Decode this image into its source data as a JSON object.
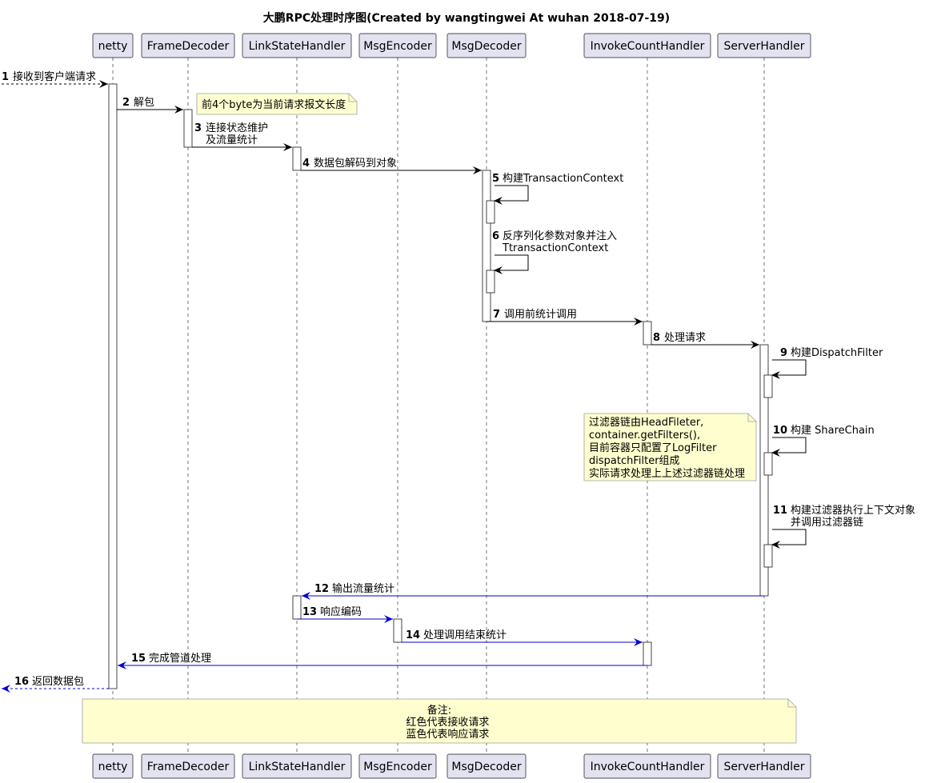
{
  "title": "大鹏RPC处理时序图(Created by wangtingwei At wuhan 2018-07-19)",
  "participants": [
    {
      "id": "netty",
      "label": "netty"
    },
    {
      "id": "framedecoder",
      "label": "FrameDecoder"
    },
    {
      "id": "linkstatehandler",
      "label": "LinkStateHandler"
    },
    {
      "id": "msgencoder",
      "label": "MsgEncoder"
    },
    {
      "id": "msgdecoder",
      "label": "MsgDecoder"
    },
    {
      "id": "invokecounthandler",
      "label": "InvokeCountHandler"
    },
    {
      "id": "serverhandler",
      "label": "ServerHandler"
    }
  ],
  "messages": [
    {
      "num": "1",
      "lines": [
        "接收到客户端请求"
      ],
      "from": "external",
      "to": "netty",
      "color": "#000000",
      "dashed": true
    },
    {
      "num": "2",
      "lines": [
        "解包"
      ],
      "from": "netty",
      "to": "framedecoder",
      "color": "#000000"
    },
    {
      "num": "3",
      "lines": [
        "连接状态维护",
        "及流量统计"
      ],
      "from": "framedecoder",
      "to": "linkstatehandler",
      "color": "#000000"
    },
    {
      "num": "4",
      "lines": [
        "数据包解码到对象"
      ],
      "from": "linkstatehandler",
      "to": "msgdecoder",
      "color": "#000000"
    },
    {
      "num": "5",
      "lines": [
        "构建TransactionContext"
      ],
      "from": "msgdecoder",
      "to": "msgdecoder",
      "color": "#000000"
    },
    {
      "num": "6",
      "lines": [
        "反序列化参数对象并注入",
        "TtransactionContext"
      ],
      "from": "msgdecoder",
      "to": "msgdecoder",
      "color": "#000000"
    },
    {
      "num": "7",
      "lines": [
        "调用前统计调用"
      ],
      "from": "msgdecoder",
      "to": "invokecounthandler",
      "color": "#000000"
    },
    {
      "num": "8",
      "lines": [
        "处理请求"
      ],
      "from": "invokecounthandler",
      "to": "serverhandler",
      "color": "#000000"
    },
    {
      "num": "9",
      "lines": [
        "构建DispatchFilter"
      ],
      "from": "serverhandler",
      "to": "serverhandler",
      "color": "#000000"
    },
    {
      "num": "10",
      "lines": [
        "构建 ShareChain"
      ],
      "from": "serverhandler",
      "to": "serverhandler",
      "color": "#000000"
    },
    {
      "num": "11",
      "lines": [
        "构建过滤器执行上下文对象",
        "并调用过滤器链"
      ],
      "from": "serverhandler",
      "to": "serverhandler",
      "color": "#000000"
    },
    {
      "num": "12",
      "lines": [
        "输出流量统计"
      ],
      "from": "serverhandler",
      "to": "linkstatehandler",
      "color": "#0000cc"
    },
    {
      "num": "13",
      "lines": [
        "响应编码"
      ],
      "from": "linkstatehandler",
      "to": "msgencoder",
      "color": "#0000cc"
    },
    {
      "num": "14",
      "lines": [
        "处理调用结束统计"
      ],
      "from": "msgencoder",
      "to": "invokecounthandler",
      "color": "#0000cc"
    },
    {
      "num": "15",
      "lines": [
        "完成管道处理"
      ],
      "from": "invokecounthandler",
      "to": "netty",
      "color": "#0000cc"
    },
    {
      "num": "16",
      "lines": [
        "返回数据包"
      ],
      "from": "netty",
      "to": "external",
      "color": "#0000cc",
      "dashed": true
    }
  ],
  "notes": [
    {
      "id": "note-frame",
      "lines": [
        "前4个byte为当前请求报文长度"
      ],
      "align": "left"
    },
    {
      "id": "note-filter",
      "lines": [
        "过滤器链由HeadFileter,",
        "container.getFilters(),",
        "目前容器只配置了LogFilter",
        "dispatchFilter组成",
        "实际请求处理上上述过滤器链处理"
      ],
      "align": "left"
    },
    {
      "id": "note-remark",
      "lines": [
        "备注:",
        "     红色代表接收请求",
        "     蓝色代表响应请求"
      ],
      "align": "center"
    }
  ],
  "colors": {
    "participant_fill": "#e2e2f0",
    "participant_border": "#181818",
    "note_fill": "#fefece",
    "note_border": "#a0a0a0",
    "request_arrow": "#000000",
    "response_arrow": "#0000cc",
    "lifeline": "#181818"
  }
}
